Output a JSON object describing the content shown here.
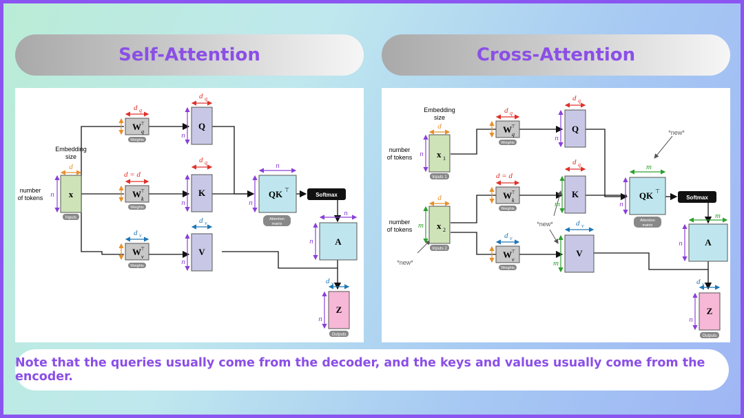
{
  "titles": {
    "left": "Self-Attention",
    "right": "Cross-Attention"
  },
  "note": "Note that the queries usually come from the decoder, and the keys and values usually come from the encoder.",
  "colors": {
    "accent": "#8b4fe6",
    "input": "#cfe3b8",
    "weights": "#c8c8c8",
    "qkv": "#c8c8e6",
    "attn": "#bfe6ee",
    "output": "#f6b8d6",
    "dq": "#e0302a",
    "dv": "#1f77b4",
    "d": "#e8902a",
    "n": "#8a3fd8",
    "m": "#2ca02c"
  },
  "self": {
    "embedding_size": [
      "Embedding",
      "size"
    ],
    "number_of_tokens": [
      "number",
      "of tokens"
    ],
    "x": "x",
    "inputs": "Inputs",
    "wq": "W",
    "wk": "W",
    "wv": "W",
    "sub_q": "q",
    "sub_k": "k",
    "sub_v": "v",
    "sup_T": "⊤",
    "weights": "Weights",
    "q": "Q",
    "k": "K",
    "v": "V",
    "qk": "QK",
    "attention_matrix": [
      "Attention",
      "matrix"
    ],
    "softmax": "Softmax",
    "a": "A",
    "z": "Z",
    "outputs": "Outputs",
    "d": "d",
    "n": "n",
    "dq": "d",
    "dk_eq_dq": "d  = d",
    "dv": "d"
  },
  "cross": {
    "embedding_size": [
      "Embedding",
      "size"
    ],
    "number_of_tokens_1": [
      "number",
      "of tokens"
    ],
    "number_of_tokens_2": [
      "number",
      "of tokens"
    ],
    "x1": "x",
    "x2": "x",
    "inputs1": "Inputs 1",
    "inputs2": "Inputs 2",
    "new": "*new*",
    "weights": "Weights",
    "softmax": "Softmax",
    "attention_matrix": [
      "Attention",
      "matrix"
    ],
    "outputs": "Outputs",
    "m": "m"
  }
}
